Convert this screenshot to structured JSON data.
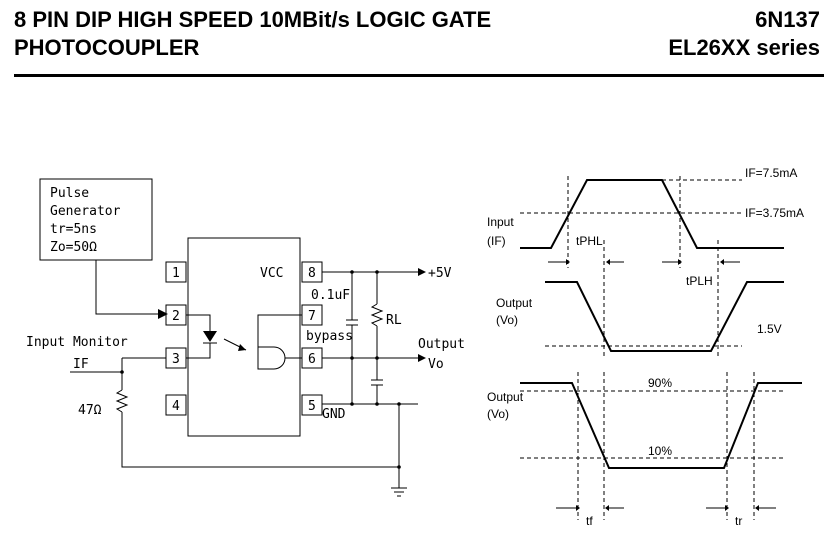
{
  "header": {
    "title_line1": "8 PIN DIP HIGH SPEED 10MBit/s LOGIC GATE",
    "title_line2": "PHOTOCOUPLER",
    "part_number": "6N137",
    "series": "EL26XX series"
  },
  "circuit": {
    "generator": [
      "Pulse",
      "Generator",
      "tr=5ns",
      "Zo=50Ω"
    ],
    "pins": [
      "1",
      "2",
      "3",
      "4",
      "5",
      "6",
      "7",
      "8"
    ],
    "vcc_label": "VCC",
    "supply_label": "+5V",
    "cap_label": "0.1uF",
    "bypass_label": "bypass",
    "rl_label": "RL",
    "output_label": "Output",
    "vo_label": "Vo",
    "gnd_label": "GND",
    "input_monitor_label": "Input Monitor",
    "if_label": "IF",
    "resistor_label": "47Ω"
  },
  "waveforms": {
    "if_high": "IF=7.5mA",
    "if_mid": "IF=3.75mA",
    "input_label": "Input",
    "input_sub": "(IF)",
    "tphl": "tPHL",
    "tplh": "tPLH",
    "output_label": "Output",
    "output_sub": "(Vo)",
    "threshold": "1.5V",
    "output2_label": "Output",
    "output2_sub": "(Vo)",
    "pct90": "90%",
    "pct10": "10%",
    "tf": "tf",
    "tr": "tr"
  }
}
